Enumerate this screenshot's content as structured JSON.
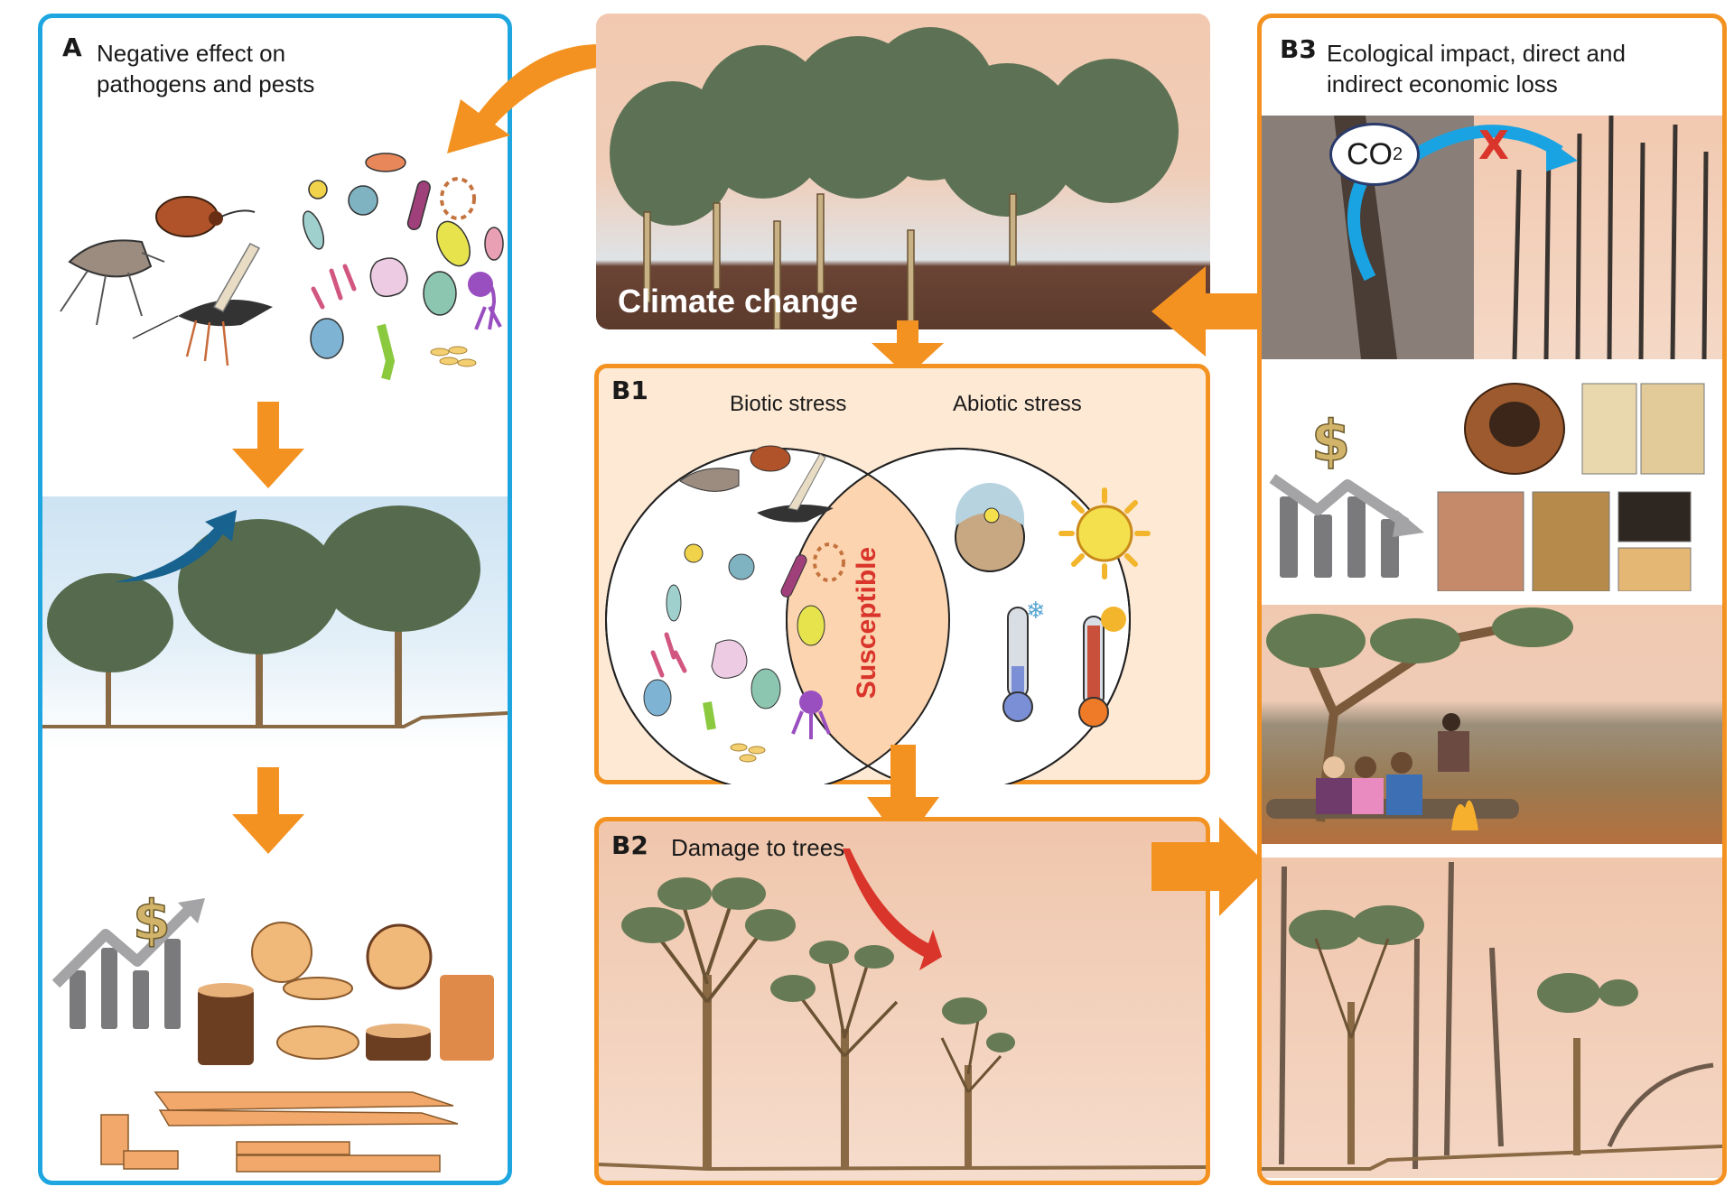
{
  "figure": {
    "panel_a": {
      "letter": "A",
      "title_line1": "Negative effect on",
      "title_line2": "pathogens and pests",
      "border_color": "#1ea6e0",
      "scenes": [
        "pests-and-pathogens",
        "healthy-growing-trees",
        "timber-economic-gain"
      ]
    },
    "climate": {
      "label": "Climate change"
    },
    "panel_b1": {
      "letter": "B1",
      "biotic_label": "Biotic stress",
      "abiotic_label": "Abiotic stress",
      "overlap_label": "Susceptible",
      "overlap_color": "#d9352b",
      "abiotic_icons": [
        "drought-icon",
        "heat-sun-icon",
        "cold-thermometer-icon",
        "hot-thermometer-icon"
      ]
    },
    "panel_b2": {
      "letter": "B2",
      "title": "Damage to trees"
    },
    "panel_b3": {
      "letter": "B3",
      "title_line1": "Ecological impact, direct and",
      "title_line2": "indirect economic loss",
      "co2_label": "CO",
      "co2_subscript": "2",
      "scenes": [
        "carbon-release-dead-forest",
        "timber-economic-loss",
        "recreation-loss",
        "dying-forest"
      ]
    },
    "colors": {
      "flow_arrow": "#f39221",
      "panel_a_border": "#1ea6e0",
      "panel_b_border": "#f39221",
      "growth_arrow": "#17628f",
      "decline_arrow": "#d9352b",
      "co2_arrow": "#1aa3e3"
    }
  }
}
